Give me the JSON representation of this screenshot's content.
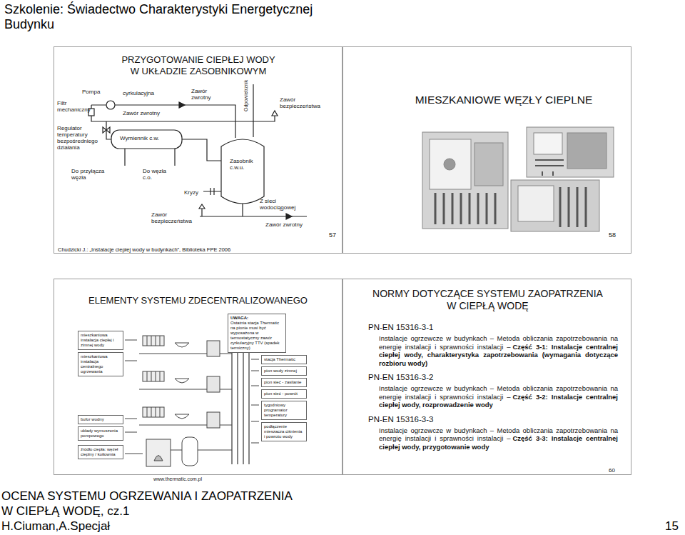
{
  "diagram": {
    "title": "Szkolenie: Świadectwo Charakterystyki Energetycznej Budynku",
    "caption": "OCENA SYSTEMU OGRZEWANIA I ZAOPATRZENIA W CIEPŁĄ WODĘ, cz.1",
    "nodes": [
      {
        "text": [
          "PRZYGOTOWANIE CIEPŁEJ WODY W UKŁADZIE ZASOBNIKOWYM",
          "Chudzicki J.: „Instalacje ciepłej wody w budynkach”, Biblioteka FPE 2006",
          "57"
        ]
      },
      {
        "text": [
          "MIESZKANIOWE WĘZŁY CIEPLNE",
          "58"
        ]
      },
      {
        "text": [
          "ELEMENTY SYSTEMU ZDECENTRALIZOWANEGO"
        ]
      },
      {
        "text": [
          "mieszkaniowa instalacja ciepłej i zimnej wody"
        ],
        "in": 2
      },
      {
        "text": [
          "mieszkaniowa instalacja centralnego ogrzewania"
        ],
        "in": 2
      },
      {
        "text": [
          "bufor wodny"
        ],
        "in": 2
      },
      {
        "text": [
          "układy wymuszenia pompowego"
        ],
        "in": 2
      },
      {
        "text": [
          "źródło ciepła: węzeł cieplny / kotłownia"
        ],
        "in": 2
      },
      {
        "text": [
          "UWAGA:",
          "Ostatnia stacja Thermatic na pionie musi być wyposażona w termostatyczny zawór cyrkulacyjny TTV (spadek termiczny)"
        ],
        "in": 2
      },
      {
        "text": [
          "stacja Thermatic"
        ],
        "in": 2
      },
      {
        "text": [
          "pion wody zimnej"
        ],
        "in": 2
      },
      {
        "text": [
          "pion sieć - zasilanie"
        ],
        "in": 2
      },
      {
        "text": [
          "pion sieć - powrót"
        ],
        "in": 2
      },
      {
        "text": [
          "tygodniowy programator temperatury"
        ],
        "in": 2
      },
      {
        "text": [
          "podłączenie mieszacza ciśnienia i powrotu wody"
        ],
        "in": 2
      },
      {
        "text": [
          "NORMY DOTYCZĄCE SYSTEMU ZAOPATRZENIA W CIEPŁĄ WODĘ",
          "PN-EN 15316-3-1",
          "Instalacje ogrzewcze w budynkach – Metoda obliczania zapotrzebowania na energię instalacji i sprawności instalacji –",
          "Część 3-1: Instalacje centralnej ciepłej wody, charakterystyka zapotrzebowania (wymagania dotyczące rozbioru wody)",
          "PN-EN 15316-3-2",
          "Instalacje ogrzewcze w budynkach – Metoda obliczania zapotrzebowania na energię instalacji i sprawności instalacji –",
          "Część 3-2: Instalacje centralnej ciepłej wody, rozprowadzenie wody",
          "PN-EN 15316-3-3",
          "Instalacje ogrzewcze w budynkach – Metoda obliczania zapotrzebowania na energię instalacji i sprawności instalacji –",
          "Część 3-3: Instalacje centralnej ciepłej wody, przygotowanie wody",
          "60"
        ]
      }
    ],
    "labels": [
      "Pompa",
      "cyrkulacyjna",
      "Filtr mechaniczny",
      "Zawór zwrotny",
      "Zawór zwrotny",
      "Odpowietrznik",
      "Zawór bezpieczeństwa",
      "Regulator temperatury bezpośredniego działania",
      "Wymiennik c.w.",
      "Zasobnik c.w.u.",
      "Do przyłącza węzła",
      "Do węzła c.o.",
      "Kryzy",
      "Z sieci wodociągowej",
      "Zawór bezpieczeństwa",
      "Zawór zwrotny",
      "www.thermatic.com.pl",
      "H.Ciuman,A.Specjał",
      "15"
    ]
  }
}
